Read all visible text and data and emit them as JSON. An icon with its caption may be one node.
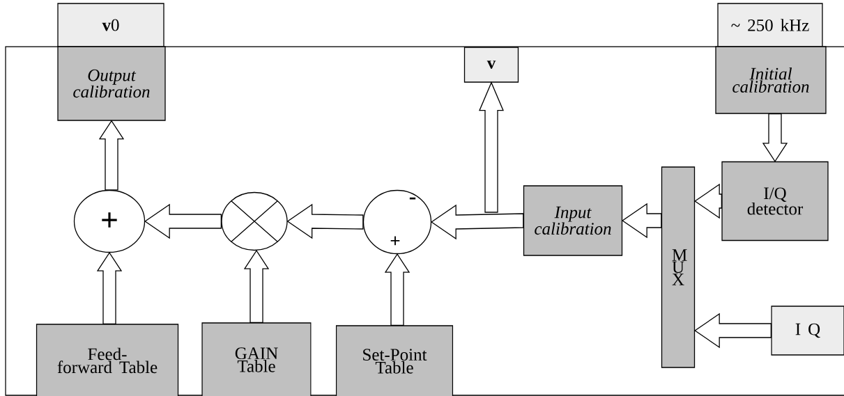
{
  "diagram": {
    "nodes": [
      {
        "text": [
          "**v**0"
        ]
      },
      {
        "text": [
          "Output calibration"
        ]
      },
      {
        "text": [
          "v"
        ]
      },
      {
        "text": [
          "~ 250 kHz"
        ]
      },
      {
        "text": [
          "Initial calibration"
        ]
      },
      {
        "text": [
          "+"
        ]
      },
      {
        "text": [],
        "shape": "circle"
      },
      {
        "text": [
          "-",
          "+"
        ]
      },
      {
        "text": [
          "Input calibration"
        ]
      },
      {
        "text": [
          "M U X"
        ]
      },
      {
        "text": [
          "I/Q detector"
        ]
      },
      {
        "text": [
          "I  Q"
        ]
      },
      {
        "text": [
          "Feed-forward Table"
        ]
      },
      {
        "text": [
          "GAIN Table"
        ]
      },
      {
        "text": [
          "Set-Point Table"
        ]
      }
    ],
    "edges": [
      {
        "from": 12,
        "to": 5,
        "arrow": "to"
      },
      {
        "from": 13,
        "to": 6,
        "arrow": "to"
      },
      {
        "from": 14,
        "to": 7,
        "arrow": "to"
      },
      {
        "from": 5,
        "to": 1,
        "arrow": "to"
      },
      {
        "from": 6,
        "to": 5,
        "arrow": "to"
      },
      {
        "from": 7,
        "to": 6,
        "arrow": "to"
      },
      {
        "from": 8,
        "to": 7,
        "arrow": "to"
      },
      {
        "from": 8,
        "to": 2,
        "arrow": "to"
      },
      {
        "from": 9,
        "to": 8,
        "arrow": "to"
      },
      {
        "from": 10,
        "to": 9,
        "arrow": "to"
      },
      {
        "from": 11,
        "to": 9,
        "arrow": "to"
      },
      {
        "from": 4,
        "to": 10,
        "arrow": "to"
      }
    ]
  }
}
